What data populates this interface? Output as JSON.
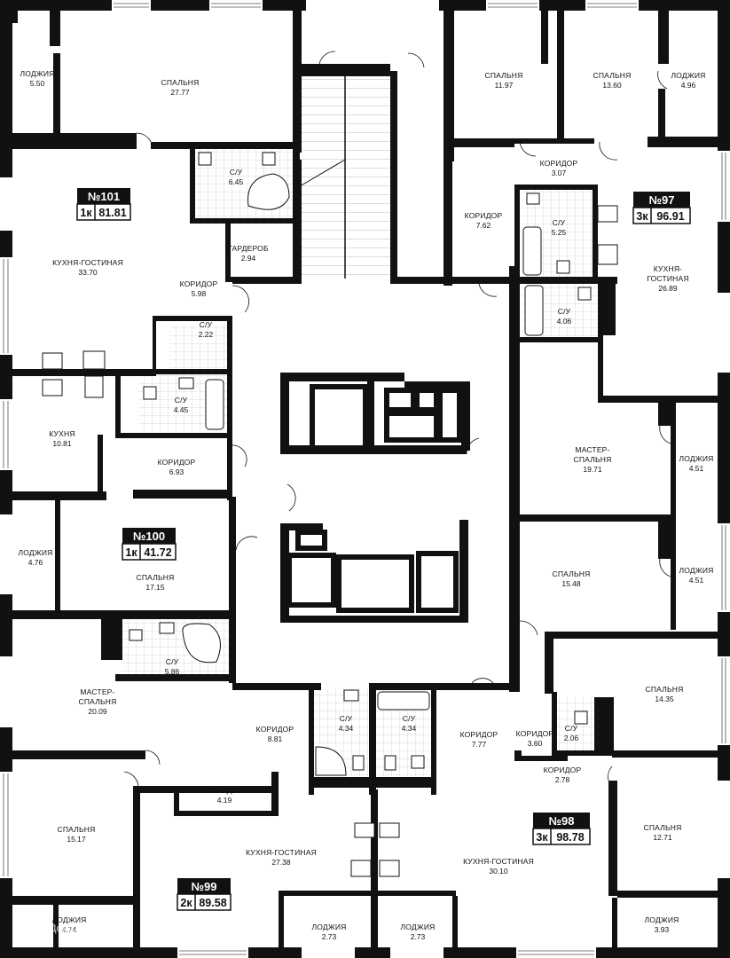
{
  "apartments": [
    {
      "id": "apt-101",
      "number": "№101",
      "rooms": "1к",
      "area": "81.81"
    },
    {
      "id": "apt-100",
      "number": "№100",
      "rooms": "1к",
      "area": "41.72"
    },
    {
      "id": "apt-99",
      "number": "№99",
      "rooms": "2к",
      "area": "89.58"
    },
    {
      "id": "apt-98",
      "number": "№98",
      "rooms": "3к",
      "area": "98.78"
    },
    {
      "id": "apt-97",
      "number": "№97",
      "rooms": "3к",
      "area": "96.91"
    }
  ],
  "rooms": [
    {
      "label": "ЛОДЖИЯ",
      "area": "5.50"
    },
    {
      "label": "СПАЛЬНЯ",
      "area": "27.77"
    },
    {
      "label": "С/У",
      "area": "6.45"
    },
    {
      "label": "КУХНЯ-ГОСТИНАЯ",
      "area": "33.70"
    },
    {
      "label": "ГАРДЕРОБ",
      "area": "2.94"
    },
    {
      "label": "КОРИДОР",
      "area": "5.98"
    },
    {
      "label": "С/У",
      "area": "2.22"
    },
    {
      "label": "С/У",
      "area": "4.45"
    },
    {
      "label": "КУХНЯ",
      "area": "10.81"
    },
    {
      "label": "КОРИДОР",
      "area": "6.93"
    },
    {
      "label": "ЛОДЖИЯ",
      "area": "4.76"
    },
    {
      "label": "СПАЛЬНЯ",
      "area": "17.15"
    },
    {
      "label": "С/У",
      "area": "5.86"
    },
    {
      "label": "МАСТЕР-",
      "label2": "СПАЛЬНЯ",
      "area": "20.09"
    },
    {
      "label": "КОРИДОР",
      "area": "8.81"
    },
    {
      "label": "СПАЛЬНЯ",
      "area": "15.17"
    },
    {
      "label": "КОРИДОР",
      "area": "4.19"
    },
    {
      "label": "КУХНЯ-ГОСТИНАЯ",
      "area": "27.38"
    },
    {
      "label": "ЛОДЖИЯ",
      "area": "4.74"
    },
    {
      "label": "ЛОДЖИЯ",
      "area": "2.73"
    },
    {
      "label": "С/У",
      "area": "4.34"
    },
    {
      "label": "С/У",
      "area": "4.34"
    },
    {
      "label": "ЛОДЖИЯ",
      "area": "2.73"
    },
    {
      "label": "КОРИДОР",
      "area": "7.77"
    },
    {
      "label": "КУХНЯ-ГОСТИНАЯ",
      "area": "30.10"
    },
    {
      "label": "КОРИДОР",
      "area": "3.60"
    },
    {
      "label": "С/У",
      "area": "2.06"
    },
    {
      "label": "КОРИДОР",
      "area": "2.78"
    },
    {
      "label": "СПАЛЬНЯ",
      "area": "14.35"
    },
    {
      "label": "СПАЛЬНЯ",
      "area": "12.71"
    },
    {
      "label": "ЛОДЖИЯ",
      "area": "3.93"
    },
    {
      "label": "СПАЛЬНЯ",
      "area": "11.97"
    },
    {
      "label": "СПАЛЬНЯ",
      "area": "13.60"
    },
    {
      "label": "ЛОДЖИЯ",
      "area": "4.96"
    },
    {
      "label": "КОРИДОР",
      "area": "3.07"
    },
    {
      "label": "КОРИДОР",
      "area": "7.62"
    },
    {
      "label": "С/У",
      "area": "5.25"
    },
    {
      "label": "КУХНЯ-",
      "label2": "ГОСТИНАЯ",
      "area": "26.89"
    },
    {
      "label": "С/У",
      "area": "4.06"
    },
    {
      "label": "МАСТЕР-",
      "label2": "СПАЛЬНЯ",
      "area": "19.71"
    },
    {
      "label": "ЛОДЖИЯ",
      "area": "4.51"
    },
    {
      "label": "СПАЛЬНЯ",
      "area": "15.48"
    },
    {
      "label": "ЛОДЖИЯ",
      "area": "4.51"
    }
  ],
  "watermark": "ДомКлик",
  "colors": {
    "wall": "#111111",
    "background": "#ffffff",
    "tile": "#cfcfcf"
  }
}
